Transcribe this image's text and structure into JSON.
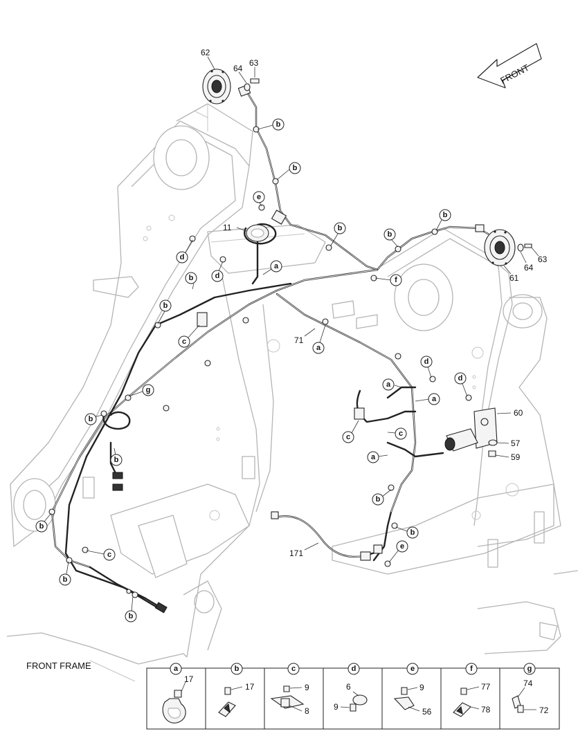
{
  "diagram": {
    "front_arrow_label": "FRONT",
    "title_label": "FRONT FRAME",
    "part_numbers": {
      "n62": "62",
      "n64a": "64",
      "n63a": "63",
      "n11": "11",
      "n71": "71",
      "n171": "171",
      "n60": "60",
      "n57": "57",
      "n59": "59",
      "n61": "61",
      "n64b": "64",
      "n63b": "63"
    },
    "callouts": [
      "a",
      "b",
      "c",
      "d",
      "e",
      "f",
      "g"
    ],
    "legend": [
      {
        "key": "a",
        "parts": [
          "17"
        ]
      },
      {
        "key": "b",
        "parts": [
          "17"
        ]
      },
      {
        "key": "c",
        "parts": [
          "9",
          "8"
        ]
      },
      {
        "key": "d",
        "parts": [
          "6",
          "9"
        ]
      },
      {
        "key": "e",
        "parts": [
          "9",
          "56"
        ]
      },
      {
        "key": "f",
        "parts": [
          "77",
          "78"
        ]
      },
      {
        "key": "g",
        "parts": [
          "74",
          "72"
        ]
      }
    ]
  }
}
